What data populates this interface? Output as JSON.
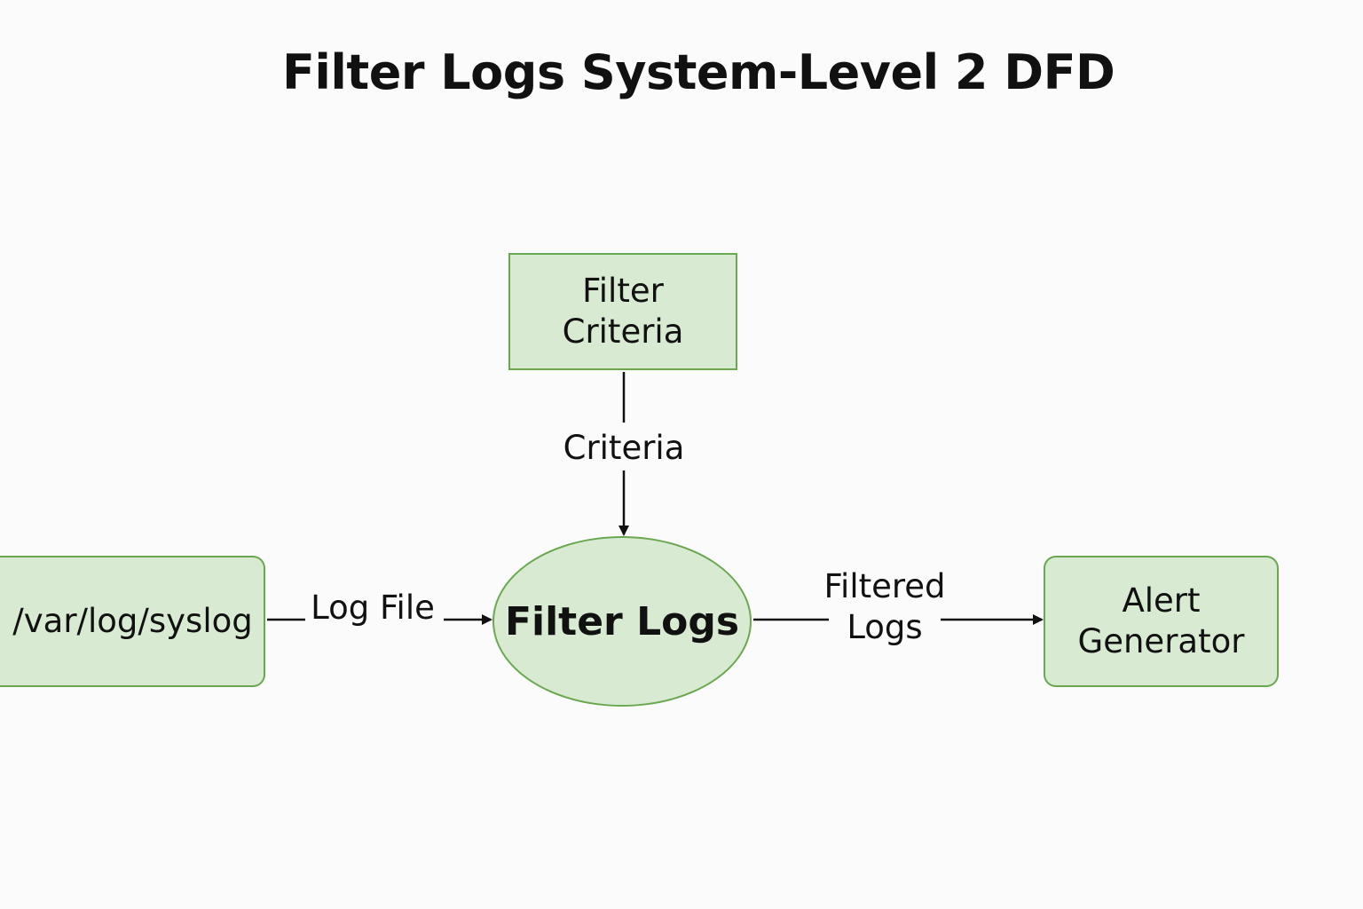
{
  "title": "Filter Logs System-Level 2 DFD",
  "nodes": {
    "filter_criteria": "Filter\nCriteria",
    "source": "/var/log/syslog",
    "process": "Filter Logs",
    "alert_generator": "Alert\nGenerator"
  },
  "flows": {
    "criteria": "Criteria",
    "log_file": "Log File",
    "filtered_logs": "Filtered\nLogs"
  },
  "colors": {
    "node_fill": "#d9ead3",
    "node_border": "#6aa84f",
    "line": "#111111"
  }
}
